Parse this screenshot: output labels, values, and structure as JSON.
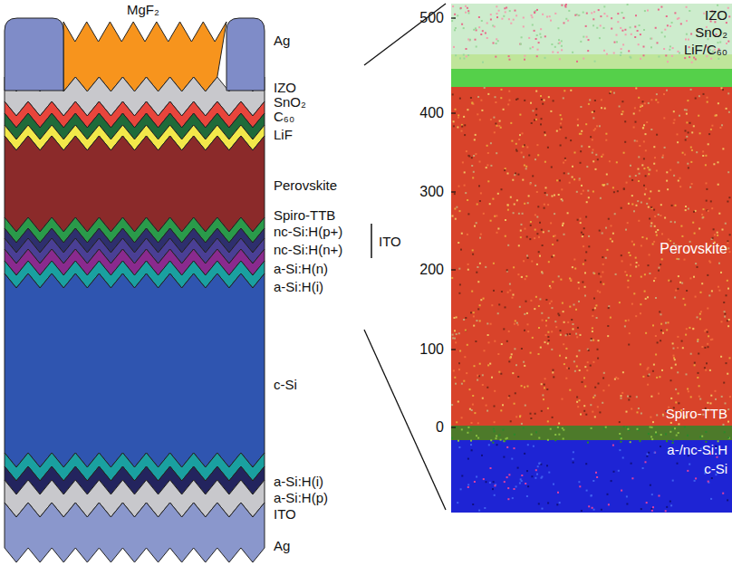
{
  "diagram": {
    "labels": [
      "MgF₂",
      "Ag",
      "IZO",
      "SnO₂",
      "C₆₀",
      "LiF",
      "Perovskite",
      "Spiro-TTB",
      "nc-Si:H(p+)",
      "nc-Si:H(n+)",
      "ITO",
      "a-Si:H(n)",
      "a-Si:H(i)",
      "c-Si",
      "a-Si:H(i)",
      "a-Si:H(p)",
      "ITO",
      "Ag",
      "500",
      "400",
      "300",
      "200",
      "100",
      "0",
      "IZO",
      "SnO₂",
      "LiF/C₆₀",
      "Perovskite",
      "Spiro-TTB",
      "a-/nc-Si:H",
      "c-Si"
    ]
  }
}
